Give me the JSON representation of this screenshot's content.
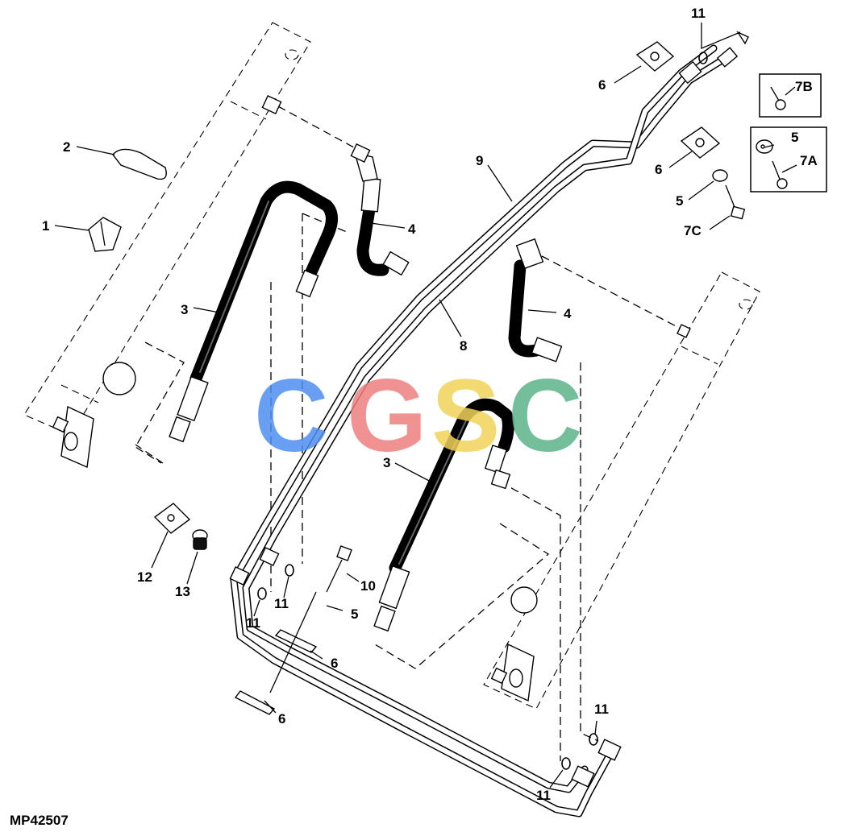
{
  "figure_code": "MP42507",
  "watermark": {
    "letters": [
      "C",
      "G",
      "S",
      "C"
    ],
    "colors": [
      "#4f8ff0",
      "#ef7f7f",
      "#f2d35a",
      "#5cb38a"
    ]
  },
  "callouts": [
    {
      "id": "c1",
      "label": "1"
    },
    {
      "id": "c2",
      "label": "2"
    },
    {
      "id": "c3a",
      "label": "3"
    },
    {
      "id": "c3b",
      "label": "3"
    },
    {
      "id": "c4a",
      "label": "4"
    },
    {
      "id": "c4b",
      "label": "4"
    },
    {
      "id": "c5a",
      "label": "5"
    },
    {
      "id": "c5b",
      "label": "5"
    },
    {
      "id": "c5c",
      "label": "5"
    },
    {
      "id": "c6a",
      "label": "6"
    },
    {
      "id": "c6b",
      "label": "6"
    },
    {
      "id": "c6c",
      "label": "6"
    },
    {
      "id": "c6d",
      "label": "6"
    },
    {
      "id": "c7a",
      "label": "7A"
    },
    {
      "id": "c7b",
      "label": "7B"
    },
    {
      "id": "c7c",
      "label": "7C"
    },
    {
      "id": "c8",
      "label": "8"
    },
    {
      "id": "c9",
      "label": "9"
    },
    {
      "id": "c10",
      "label": "10"
    },
    {
      "id": "c11a",
      "label": "11"
    },
    {
      "id": "c11b",
      "label": "11"
    },
    {
      "id": "c11c",
      "label": "11"
    },
    {
      "id": "c11d",
      "label": "11"
    },
    {
      "id": "c11e",
      "label": "11"
    },
    {
      "id": "c12",
      "label": "12"
    },
    {
      "id": "c13",
      "label": "13"
    }
  ]
}
